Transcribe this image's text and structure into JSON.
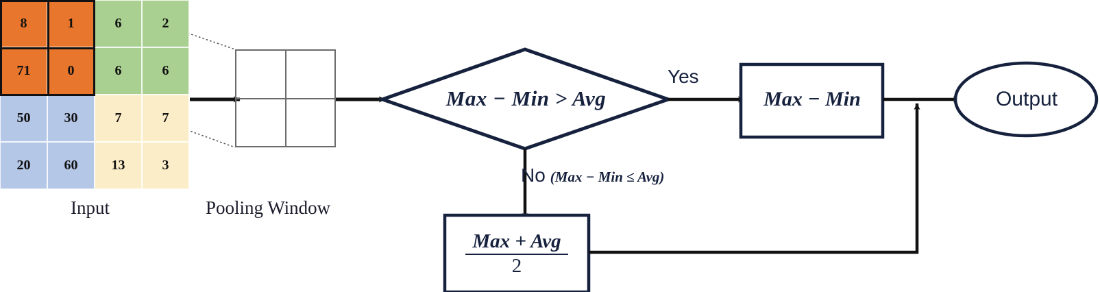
{
  "figure": {
    "title": "Adaptive pooling decision flowchart",
    "colors": {
      "orange": "#E8762C",
      "green": "#A9CF91",
      "blue": "#B4C7E7",
      "cream": "#FCEDC9",
      "stroke": "#16213d",
      "window_stroke": "#6b6b6b"
    }
  },
  "input_matrix": {
    "caption": "Input",
    "rows": 4,
    "cols": 4,
    "values": [
      [
        8,
        1,
        6,
        2
      ],
      [
        71,
        0,
        6,
        6
      ],
      [
        50,
        30,
        7,
        7
      ],
      [
        20,
        60,
        13,
        3
      ]
    ],
    "cell_colors": [
      [
        "orange",
        "orange",
        "green",
        "green"
      ],
      [
        "orange",
        "orange",
        "green",
        "green"
      ],
      [
        "blue",
        "blue",
        "cream",
        "cream"
      ],
      [
        "blue",
        "blue",
        "cream",
        "cream"
      ]
    ],
    "highlighted_region": "top-left 2x2"
  },
  "pooling_window": {
    "caption": "Pooling Window",
    "rows": 2,
    "cols": 2
  },
  "decision": {
    "condition": "Max − Min > Avg",
    "yes_label": "Yes",
    "no_label": "No",
    "no_condition": "(Max − Min ≤ Avg)"
  },
  "yes_branch": {
    "expression": "Max − Min"
  },
  "no_branch": {
    "numerator": "Max + Avg",
    "denominator": "2"
  },
  "output": {
    "label": "Output"
  }
}
